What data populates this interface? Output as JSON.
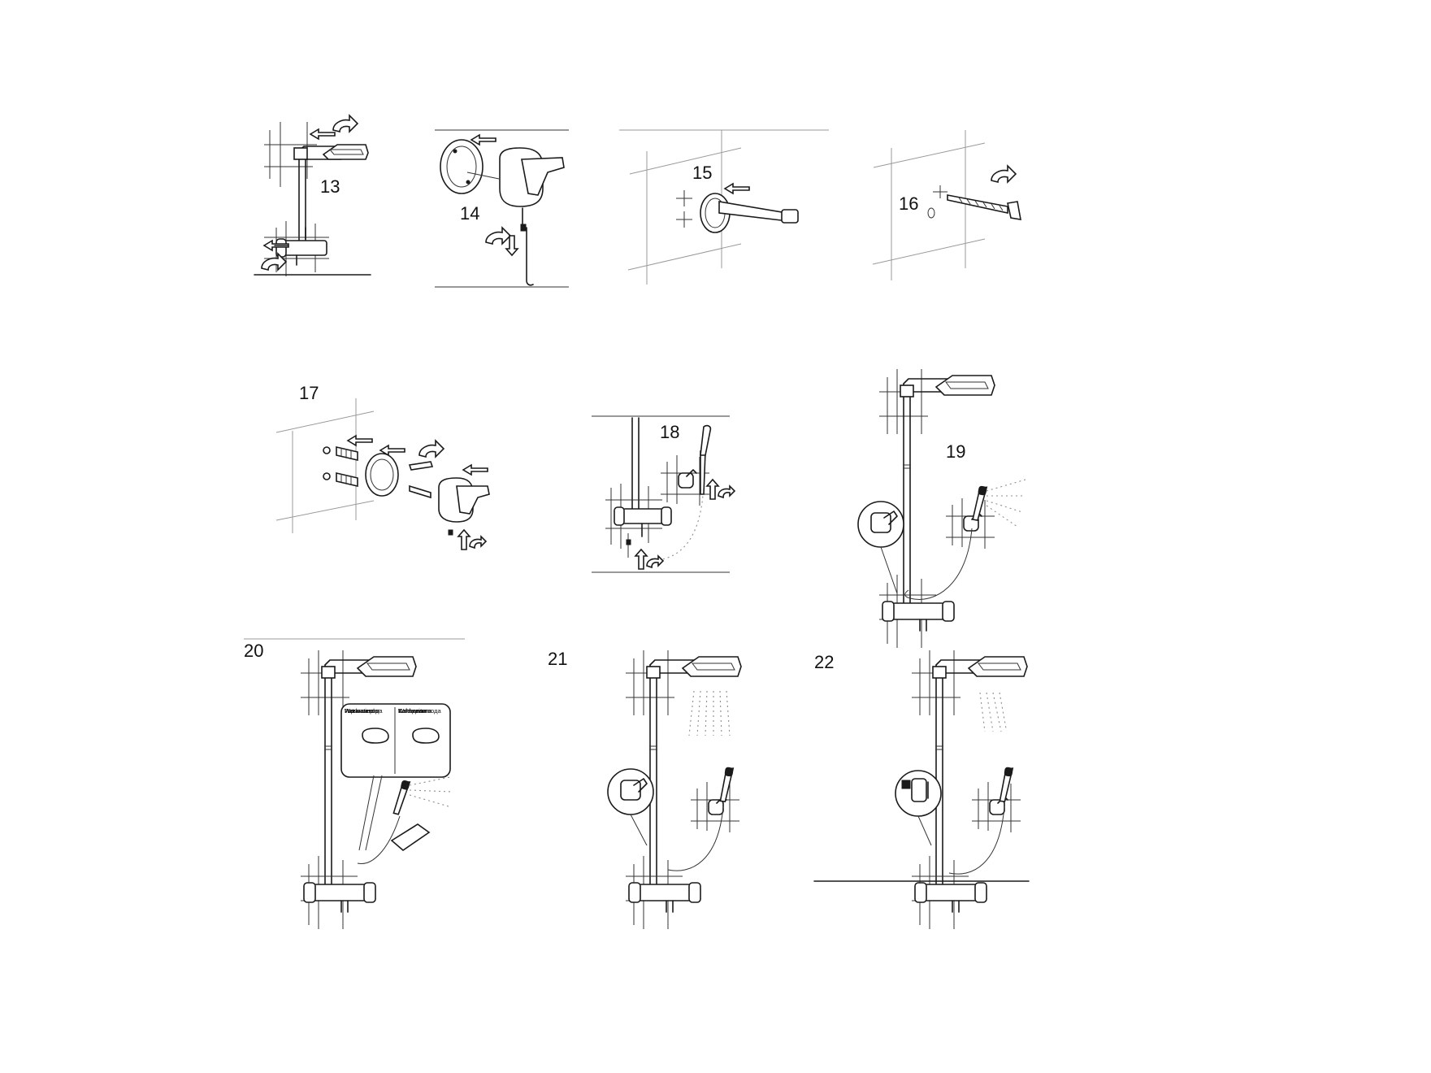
{
  "steps": [
    {
      "id": "13",
      "label": "13"
    },
    {
      "id": "14",
      "label": "14"
    },
    {
      "id": "15",
      "label": "15"
    },
    {
      "id": "16",
      "label": "16"
    },
    {
      "id": "17",
      "label": "17"
    },
    {
      "id": "18",
      "label": "18"
    },
    {
      "id": "19",
      "label": "19"
    },
    {
      "id": "20",
      "label": "20"
    },
    {
      "id": "21",
      "label": "21"
    },
    {
      "id": "22",
      "label": "22"
    }
  ],
  "callout_20": {
    "hot_water": [
      "Woda ciepła",
      "Hot water",
      "Warmwasser",
      "Горячая вода"
    ],
    "cold_water": [
      "Woda zimna",
      "Cold water",
      "Kaltwasser",
      "Холодная вода"
    ]
  },
  "colors": {
    "line": "#1a1a1a",
    "wall_grid": "#9a9a9a",
    "water": "#8c8c8c"
  }
}
